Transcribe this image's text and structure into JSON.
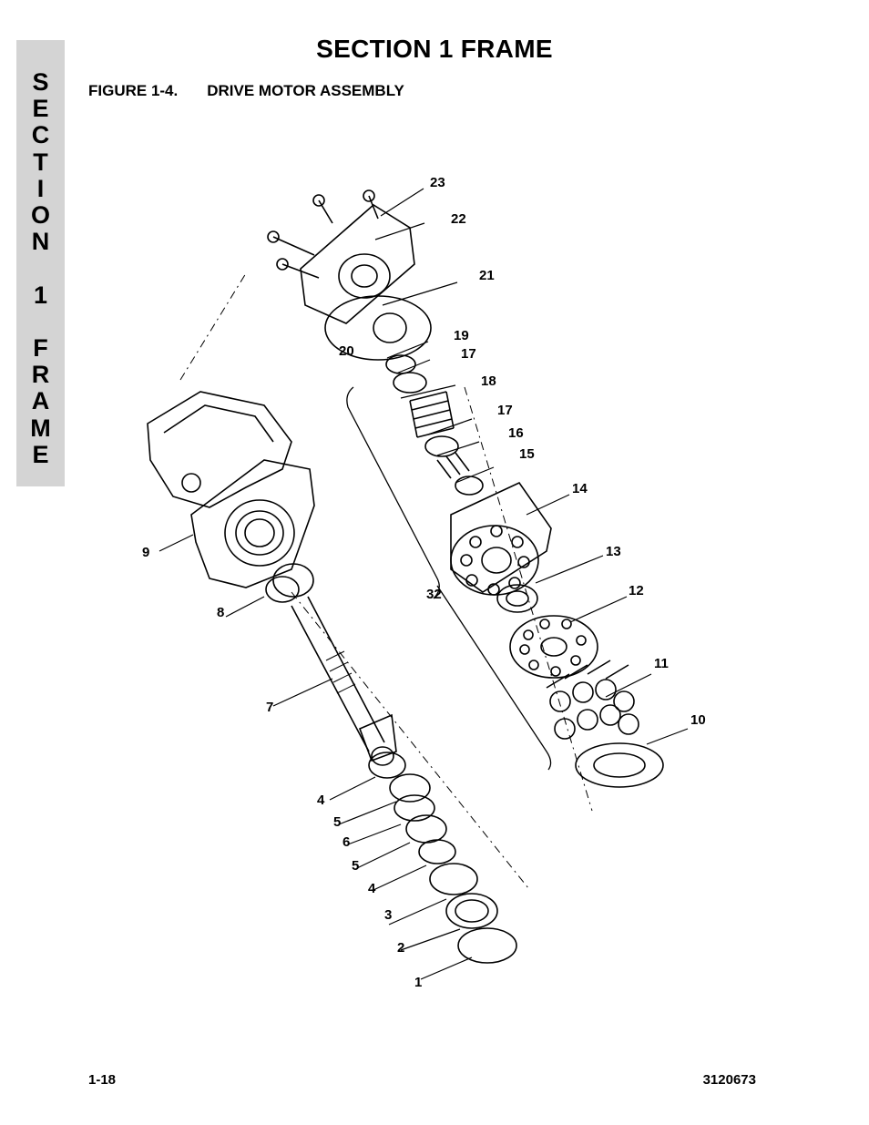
{
  "side_tab": {
    "letters": [
      "S",
      "E",
      "C",
      "T",
      "I",
      "O",
      "N",
      "",
      "1",
      "",
      "F",
      "R",
      "A",
      "M",
      "E"
    ]
  },
  "header": {
    "title": "SECTION 1  FRAME"
  },
  "figure": {
    "number": "FIGURE 1-4.",
    "caption": "DRIVE MOTOR ASSEMBLY",
    "callouts": [
      "1",
      "2",
      "3",
      "4",
      "5",
      "6",
      "5",
      "4",
      "7",
      "8",
      "9",
      "10",
      "11",
      "12",
      "13",
      "14",
      "15",
      "16",
      "17",
      "18",
      "17",
      "19",
      "20",
      "21",
      "22",
      "23",
      "32"
    ]
  },
  "footer": {
    "page_number": "1-18",
    "doc_number": "3120673"
  }
}
